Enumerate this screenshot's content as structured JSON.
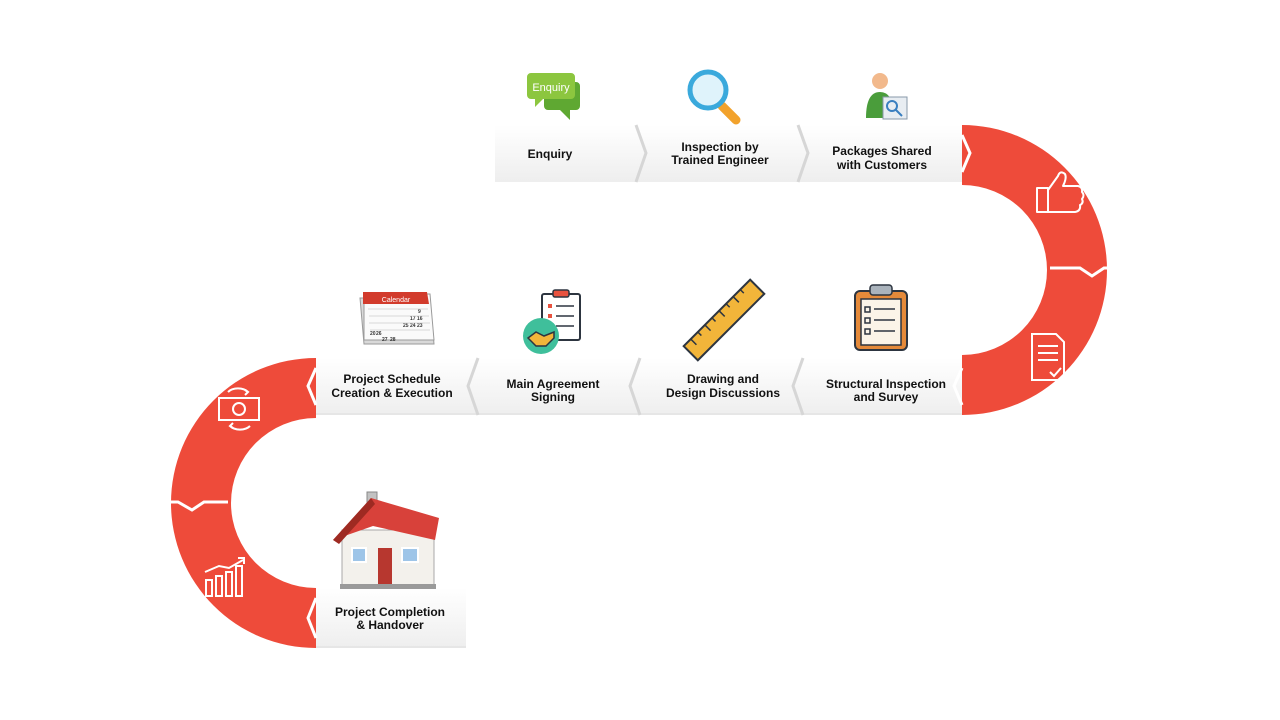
{
  "steps": [
    {
      "line1": "Enquiry",
      "line2": ""
    },
    {
      "line1": "Inspection by",
      "line2": "Trained Engineer"
    },
    {
      "line1": "Packages Shared",
      "line2": "with Customers"
    },
    {
      "line1": "Structural Inspection",
      "line2": "and Survey"
    },
    {
      "line1": "Drawing and",
      "line2": "Design Discussions"
    },
    {
      "line1": "Main Agreement",
      "line2": "Signing"
    },
    {
      "line1": "Project Schedule",
      "line2": "Creation & Execution"
    },
    {
      "line1": "Project Completion",
      "line2": "& Handover"
    }
  ],
  "icons": {
    "enquiry_bubble_text": "Enquiry",
    "calendar_text": "Calendar",
    "calendar_numbers": [
      "9",
      "16",
      "23",
      "17",
      "24",
      "25",
      "20",
      "26",
      "27",
      "28"
    ]
  },
  "colors": {
    "accent": "#EE4B3A",
    "band": "#f2f2f2",
    "text": "#111111",
    "white": "#ffffff"
  },
  "curve_icons": [
    "thumbs-up-icon",
    "document-icon",
    "money-transfer-icon",
    "growth-chart-icon"
  ]
}
